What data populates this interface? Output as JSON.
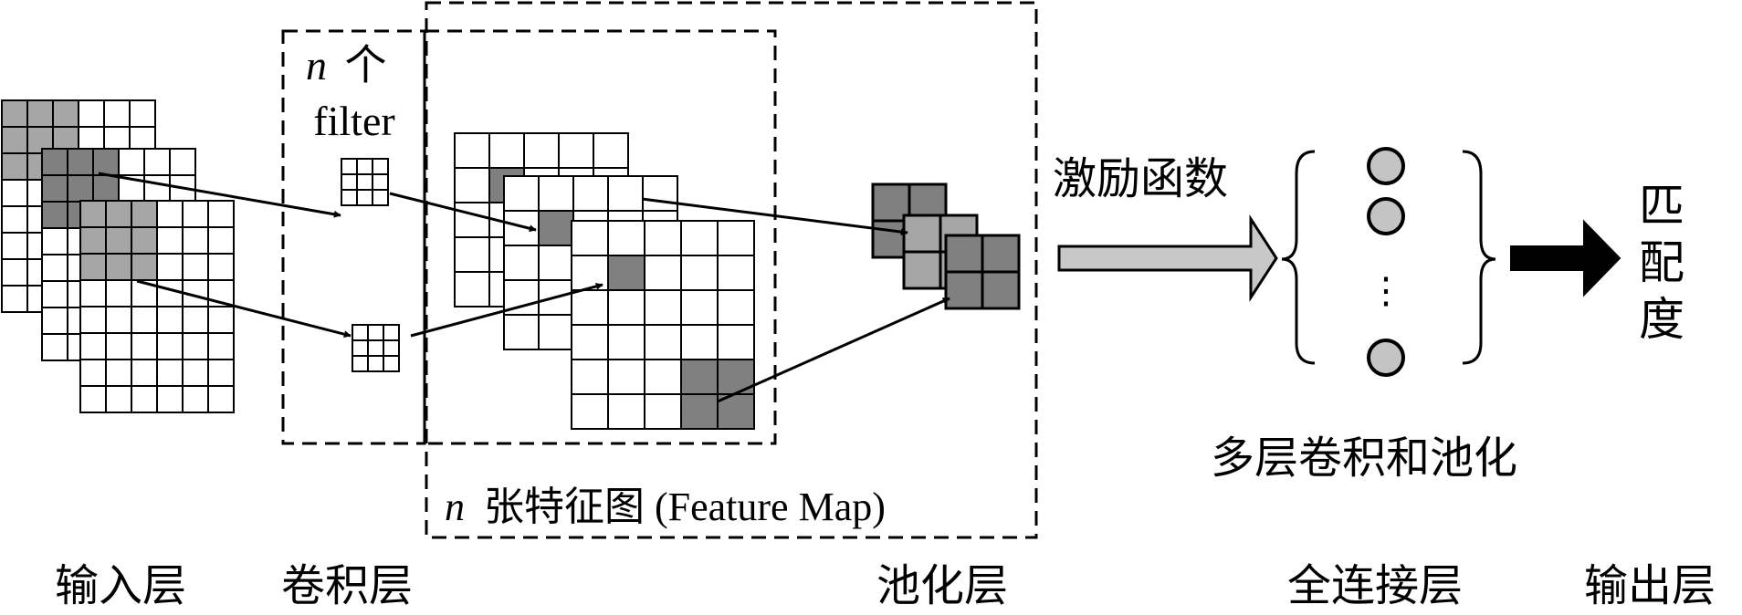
{
  "labels": {
    "n_prefix": "n",
    "filter_count_suffix": "个",
    "filter_word": "filter",
    "feature_maps_suffix": "张特征图 (Feature Map)",
    "activation": "激励函数",
    "multi_layer": "多层卷积和池化",
    "output_value": [
      "匹",
      "配",
      "度"
    ],
    "ellipsis": "⋮"
  },
  "layers": {
    "input": "输入层",
    "conv": "卷积层",
    "pool": "池化层",
    "fc": "全连接层",
    "output": "输出层"
  },
  "colors": {
    "stroke": "#000000",
    "fill": "#ffffff",
    "shade_light": "#a6a6a6",
    "shade_dark": "#808080",
    "node": "#c4c4c4",
    "big_arrow": "#c8c8c8",
    "black_arrow": "#000000"
  }
}
